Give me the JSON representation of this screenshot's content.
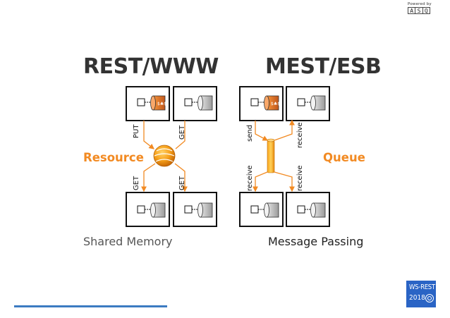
{
  "branding": {
    "powered_by": "Powered by",
    "logo_letters": [
      "A",
      "S",
      "Q"
    ]
  },
  "slide": {
    "title_left": "REST/WWW",
    "title_right": "MEST/ESB",
    "label_resource": "Resource",
    "label_queue": "Queue",
    "caption_left": "Shared Memory",
    "caption_right": "Message Passing",
    "arrow_labels": {
      "put": "PUT",
      "get_top": "GET",
      "get_bottom_left": "GET",
      "get_bottom_right": "GET",
      "send": "send",
      "receive_top": "receive",
      "receive_bottom_left": "receive",
      "receive_bottom_right": "receive"
    }
  },
  "badge": {
    "title": "WS-REST",
    "year": "2018"
  },
  "progress": {
    "fraction": 0.34
  },
  "colors": {
    "accent": "#f28a22",
    "heading": "#333333",
    "badge": "#2a64c5",
    "progress": "#3c7bc2"
  }
}
